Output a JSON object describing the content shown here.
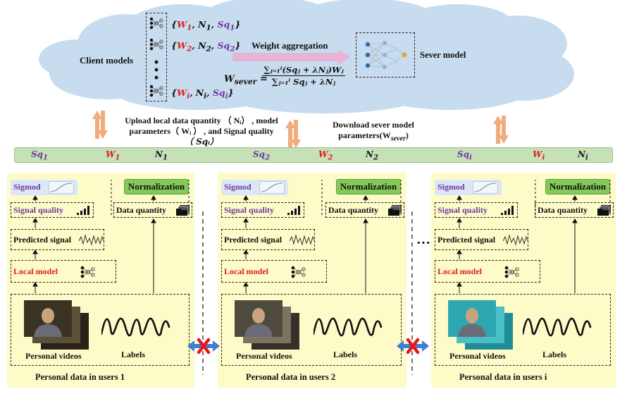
{
  "cloud": {
    "client_models_label": "Client models",
    "weight_aggregation_label": "Weight aggregation",
    "sever_model_label": "Sever model",
    "client_items": [
      {
        "w": "W",
        "w_sub": "1",
        "n": "N",
        "n_sub": "1",
        "sq": "Sq",
        "sq_sub": "1"
      },
      {
        "w": "W",
        "w_sub": "2",
        "n": "N",
        "n_sub": "2",
        "sq": "Sq",
        "sq_sub": "2"
      },
      {
        "w": "W",
        "w_sub": "i",
        "n": "N",
        "n_sub": "i",
        "sq": "Sq",
        "sq_sub": "i"
      }
    ],
    "formula": {
      "lhs": "W",
      "lhs_sub": "sever",
      "numerator": "∑ⱼ₌₁ⁱ(Sqⱼ + λNⱼ)Wⱼ",
      "denominator": "∑ⱼ₌₁ⁱ Sqⱼ + λNⱼ"
    }
  },
  "arrows": {
    "upload_text_line1": "Upload local data quantity （ Nᵢ） , model",
    "upload_text_line2": "parameters（ Wᵢ ） , and Signal quality",
    "upload_text_line3": "（ Sqᵢ）",
    "download_text_line1": "Download sever model",
    "download_text_line2": "parameters(W",
    "download_text_sub": "sever",
    "download_text_end": ")"
  },
  "bar_labels": [
    {
      "sq": "Sq",
      "sq_sub": "1",
      "w": "W",
      "w_sub": "1",
      "n": "N",
      "n_sub": "1"
    },
    {
      "sq": "Sq",
      "sq_sub": "2",
      "w": "W",
      "w_sub": "2",
      "n": "N",
      "n_sub": "2"
    },
    {
      "sq": "Sq",
      "sq_sub": "i",
      "w": "W",
      "w_sub": "i",
      "n": "N",
      "n_sub": "i"
    }
  ],
  "users": [
    {
      "sigmod": "Sigmod",
      "normalization": "Normalization",
      "signal_quality": "Signal quality",
      "data_quantity": "Data quantity",
      "predicted_signal": "Predicted signal",
      "local_model": "Local model",
      "personal_videos": "Personal videos",
      "labels": "Labels",
      "caption": "Personal data in users 1"
    },
    {
      "sigmod": "Sigmod",
      "normalization": "Normalization",
      "signal_quality": "Signal quality",
      "data_quantity": "Data quantity",
      "predicted_signal": "Predicted signal",
      "local_model": "Local model",
      "personal_videos": "Personal videos",
      "labels": "Labels",
      "caption": "Personal data in users 2"
    },
    {
      "sigmod": "Sigmod",
      "normalization": "Normalization",
      "signal_quality": "Signal quality",
      "data_quantity": "Data quantity",
      "predicted_signal": "Predicted signal",
      "local_model": "Local model",
      "personal_videos": "Personal videos",
      "labels": "Labels",
      "caption": "Personal data in users i"
    }
  ],
  "ellipsis": "···",
  "colors": {
    "purple": "#6d3aa0",
    "red": "#e02020",
    "panel": "#fdfbc8",
    "bar": "#c6e0b8",
    "normalization": "#84c95a",
    "sigmod": "#dde8f6",
    "cloud": "#c8dcf0",
    "orange_arrow": "#f2ab7d",
    "pink_arrow": "#e8b4d6"
  }
}
